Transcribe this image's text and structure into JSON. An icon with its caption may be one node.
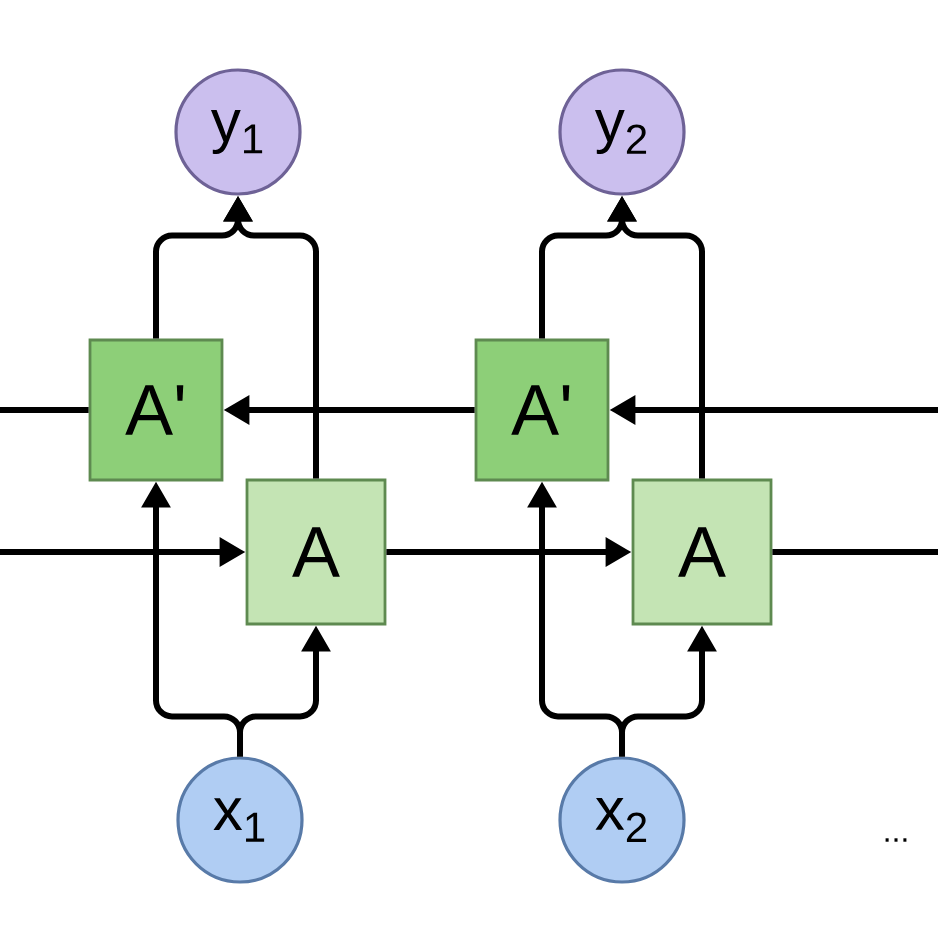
{
  "diagram": {
    "nodes": [
      {
        "text": [
          "y$_{1}$"
        ]
      },
      {
        "text": [
          "y$_{2}$"
        ]
      },
      {
        "text": [
          "A'"
        ]
      },
      {
        "text": [
          "A"
        ]
      },
      {
        "text": [
          "A'"
        ]
      },
      {
        "text": [
          "A"
        ]
      },
      {
        "text": [
          "x$_{1}$"
        ]
      },
      {
        "text": [
          "x$_{2}$"
        ]
      }
    ],
    "edges": [
      {
        "from": 2,
        "to": 0,
        "arrow": "to"
      },
      {
        "from": 3,
        "to": 0,
        "arrow": "to"
      },
      {
        "from": 4,
        "to": 1,
        "arrow": "to"
      },
      {
        "from": 5,
        "to": 1,
        "arrow": "to"
      },
      {
        "from": null,
        "to": 4,
        "arrow": "to"
      },
      {
        "from": 4,
        "to": 2,
        "arrow": "to"
      },
      {
        "from": 2,
        "to": null,
        "arrow": "none"
      },
      {
        "from": null,
        "to": 3,
        "arrow": "to"
      },
      {
        "from": 3,
        "to": 5,
        "arrow": "to"
      },
      {
        "from": 5,
        "to": null,
        "arrow": "none"
      },
      {
        "from": 6,
        "to": 2,
        "arrow": "to"
      },
      {
        "from": 6,
        "to": 3,
        "arrow": "to"
      },
      {
        "from": 7,
        "to": 4,
        "arrow": "to"
      },
      {
        "from": 7,
        "to": 5,
        "arrow": "to"
      }
    ],
    "labels": [
      "..."
    ]
  }
}
